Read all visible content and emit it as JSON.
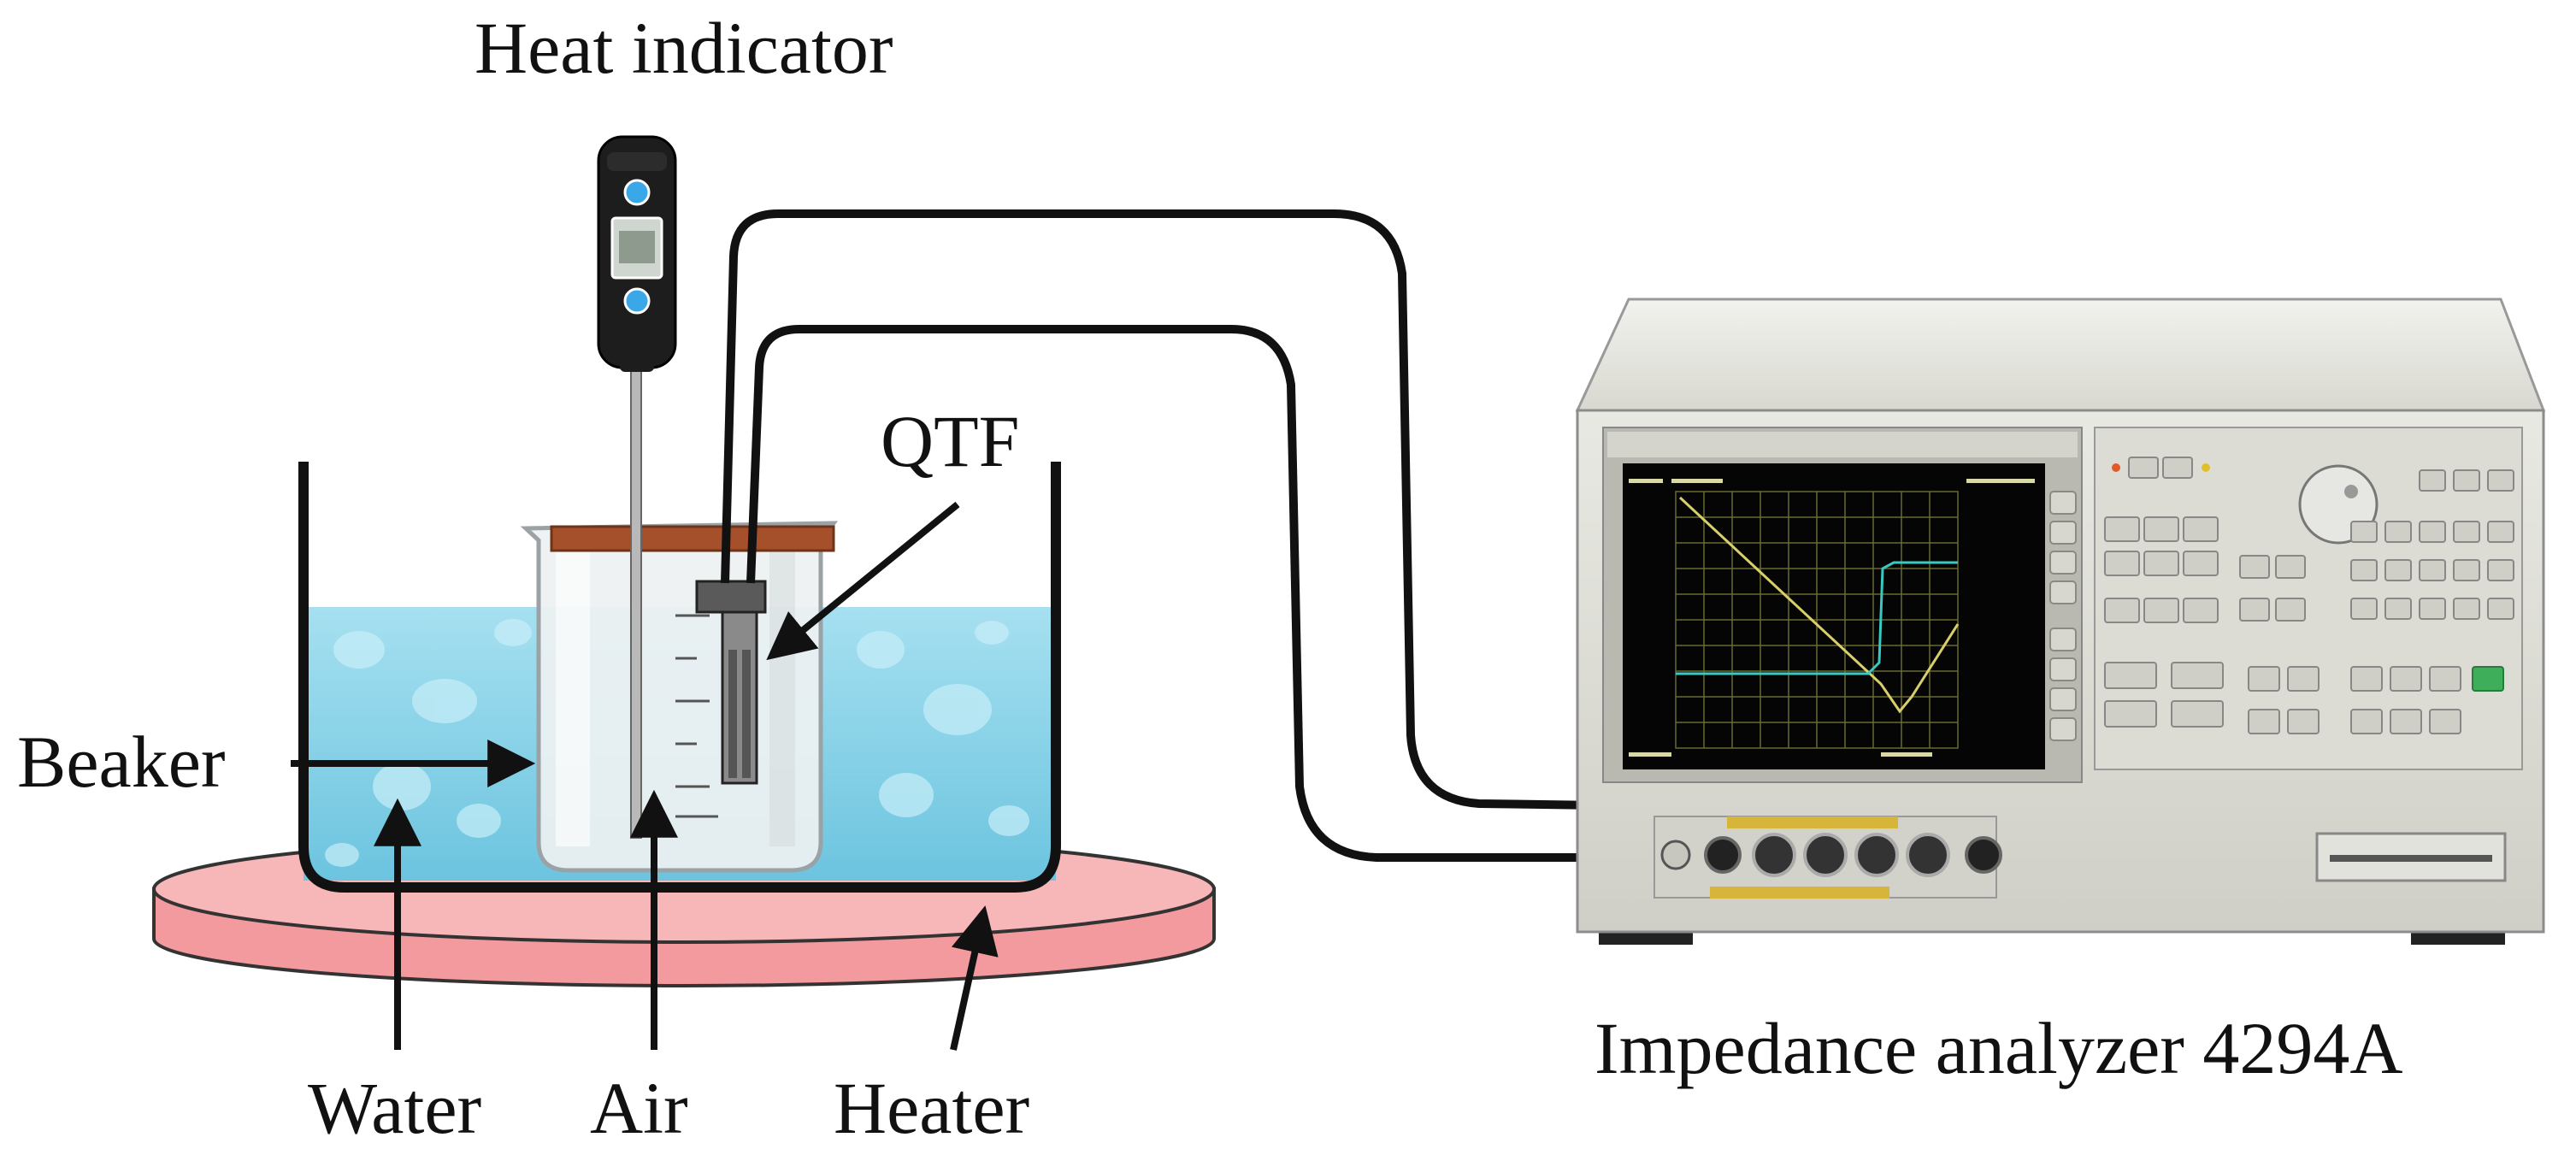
{
  "labels": {
    "heat_indicator": "Heat indicator",
    "qtf": "QTF",
    "beaker": "Beaker",
    "water": "Water",
    "air": "Air",
    "heater": "Heater",
    "analyzer": "Impedance analyzer 4294A"
  },
  "colors": {
    "water": "#8fd3e8",
    "heater": "#f5a3a6",
    "lid": "#a5502a",
    "cable": "#111111",
    "screen_bg": "#050505",
    "trace_yellow": "#d8cf6a",
    "trace_cyan": "#38c9c0"
  },
  "icons": {
    "arrows": "arrow-icon",
    "connectors": "bnc-connector-icon"
  }
}
